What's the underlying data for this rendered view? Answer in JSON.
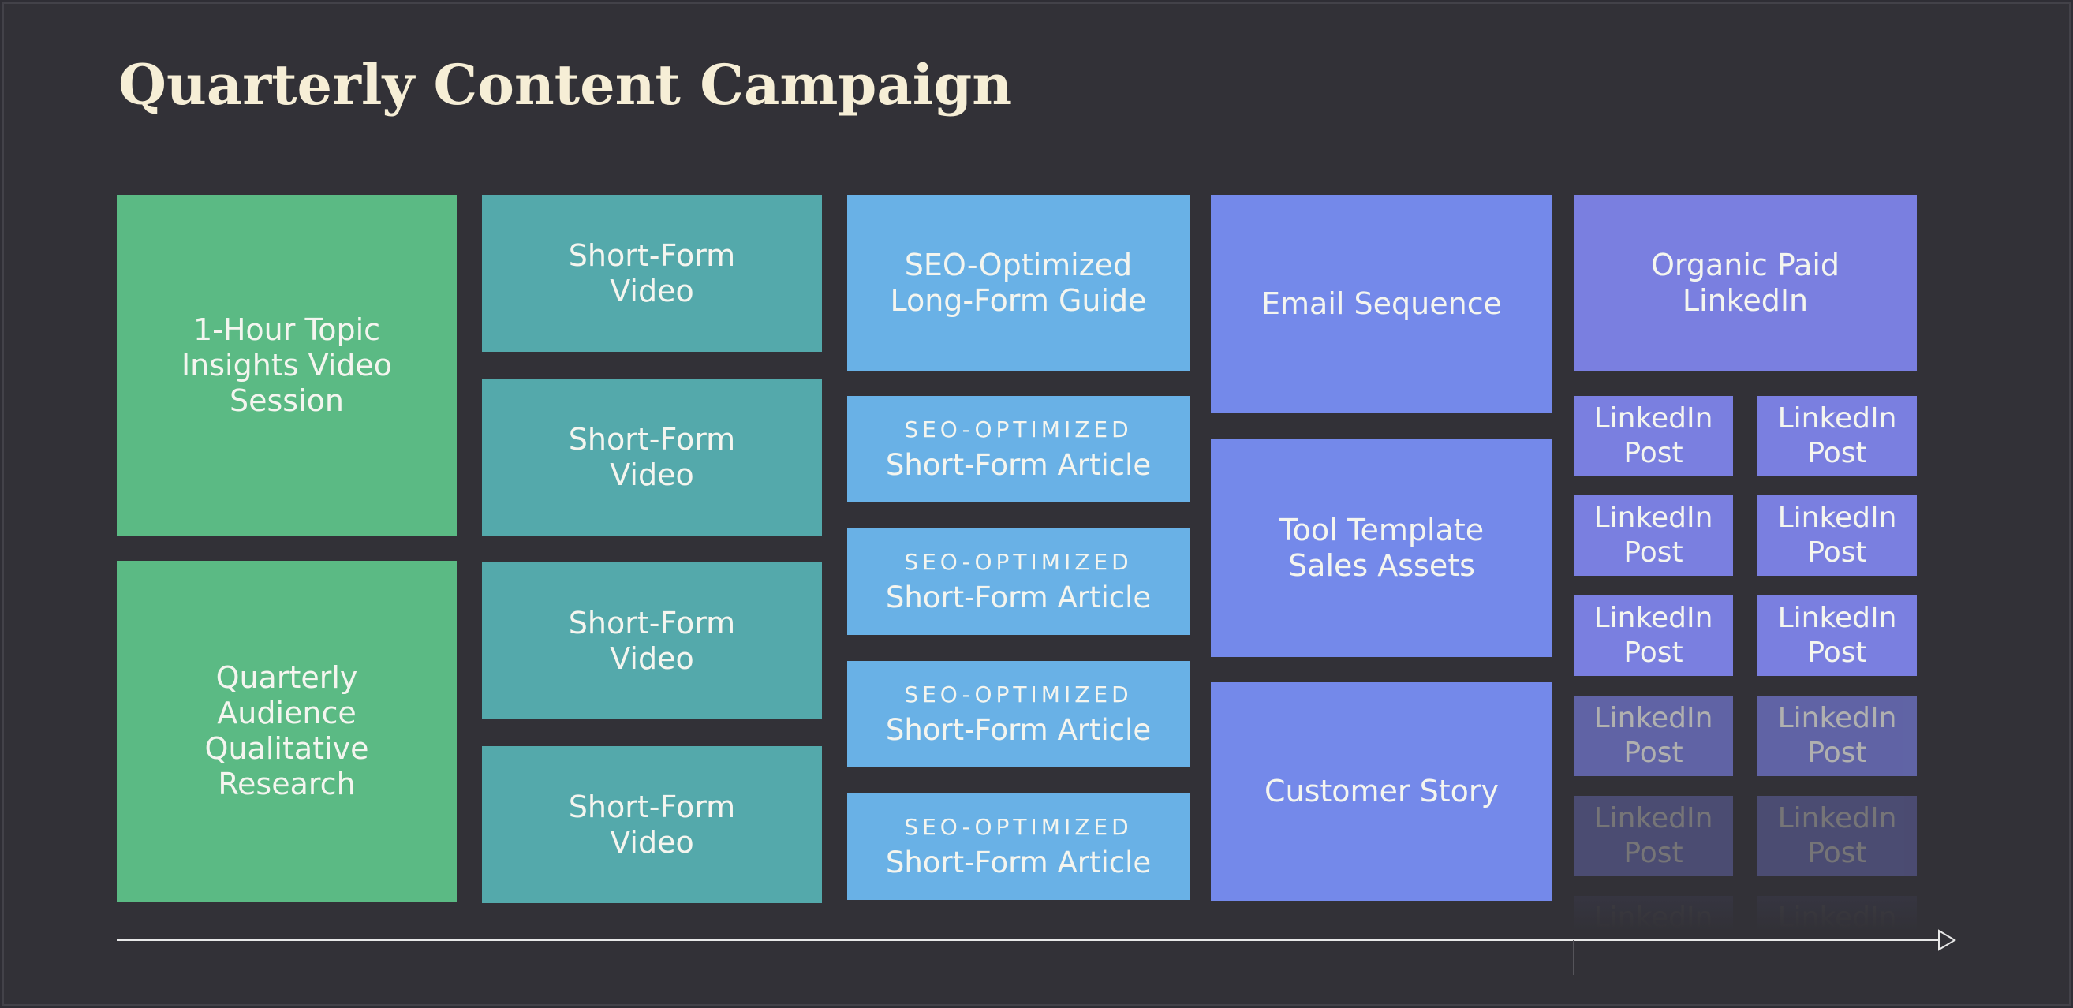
{
  "title": "Quarterly Content Campaign",
  "colors": {
    "background": "#323137",
    "title": "#f6eed6",
    "green": "#5bba84",
    "teal": "#54a9ab",
    "sky": "#69b1e6",
    "periwinkle": "#7489ea",
    "violet": "#7a7fe0",
    "timeline": "#e8e8e8"
  },
  "column_1": {
    "top": "1-Hour Topic\nInsights Video\nSession",
    "bottom": "Quarterly\nAudience\nQualitative\nResearch"
  },
  "column_2": {
    "items": [
      "Short-Form\nVideo",
      "Short-Form\nVideo",
      "Short-Form\nVideo",
      "Short-Form\nVideo"
    ]
  },
  "column_3": {
    "header": "SEO-Optimized\nLong-Form Guide",
    "articles": [
      {
        "kicker": "SEO-OPTIMIZED",
        "label": "Short-Form Article"
      },
      {
        "kicker": "SEO-OPTIMIZED",
        "label": "Short-Form Article"
      },
      {
        "kicker": "SEO-OPTIMIZED",
        "label": "Short-Form Article"
      },
      {
        "kicker": "SEO-OPTIMIZED",
        "label": "Short-Form Article"
      }
    ]
  },
  "column_4": {
    "items": [
      "Email Sequence",
      "Tool Template\nSales Assets",
      "Customer Story"
    ]
  },
  "column_5": {
    "header": "Organic Paid\nLinkedIn",
    "post_label": "LinkedIn\nPost",
    "post_opacity_by_row": [
      1,
      1,
      1,
      0.65,
      0.35,
      0.15
    ]
  }
}
